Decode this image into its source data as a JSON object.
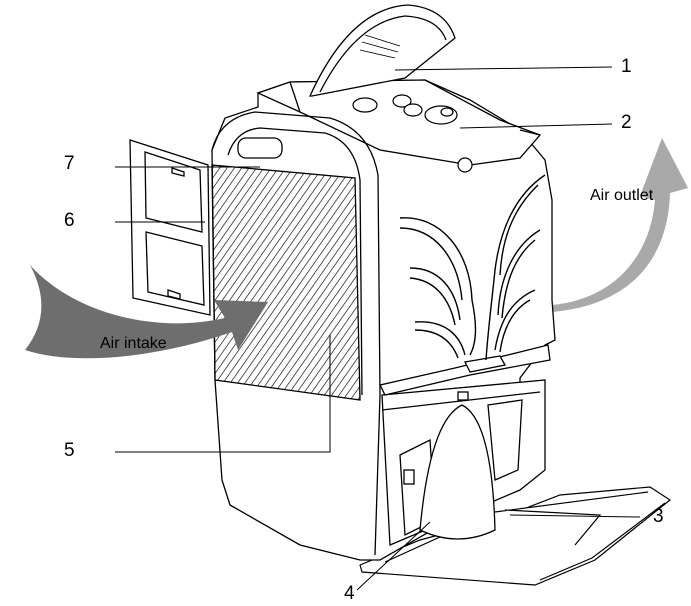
{
  "labels": {
    "n1": "1",
    "n2": "2",
    "n3": "3",
    "n4": "4",
    "n5": "5",
    "n6": "6",
    "n7": "7",
    "air_intake": "Air intake",
    "air_outlet": "Air outlet"
  },
  "colors": {
    "line": "#000000",
    "intake_arrow": "#6e6e6e",
    "outlet_arrow": "#a9a9a9",
    "background": "#ffffff"
  }
}
